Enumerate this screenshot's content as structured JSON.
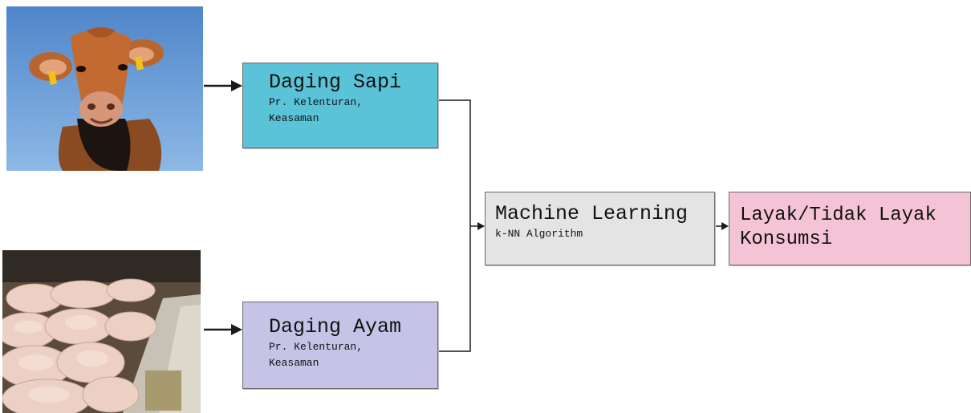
{
  "nodes": {
    "sapi": {
      "title": "Daging Sapi",
      "subtitle_line1": "Pr. Kelenturan,",
      "subtitle_line2": "Keasaman"
    },
    "ayam": {
      "title": "Daging Ayam",
      "subtitle_line1": "Pr. Kelenturan,",
      "subtitle_line2": "Keasaman"
    },
    "ml": {
      "title": "Machine Learning",
      "subtitle": "k-NN Algorithm"
    },
    "result": {
      "line1": "Layak/Tidak Layak",
      "line2": "Konsumsi"
    }
  },
  "images": {
    "cow": "cow-photo",
    "chicken": "chicken-photo"
  },
  "colors": {
    "sapi_box": "#5bc3d8",
    "ayam_box": "#c6c4e6",
    "ml_box": "#e4e4e4",
    "result_box": "#f4c4d6",
    "connector": "#1a1a1a"
  }
}
